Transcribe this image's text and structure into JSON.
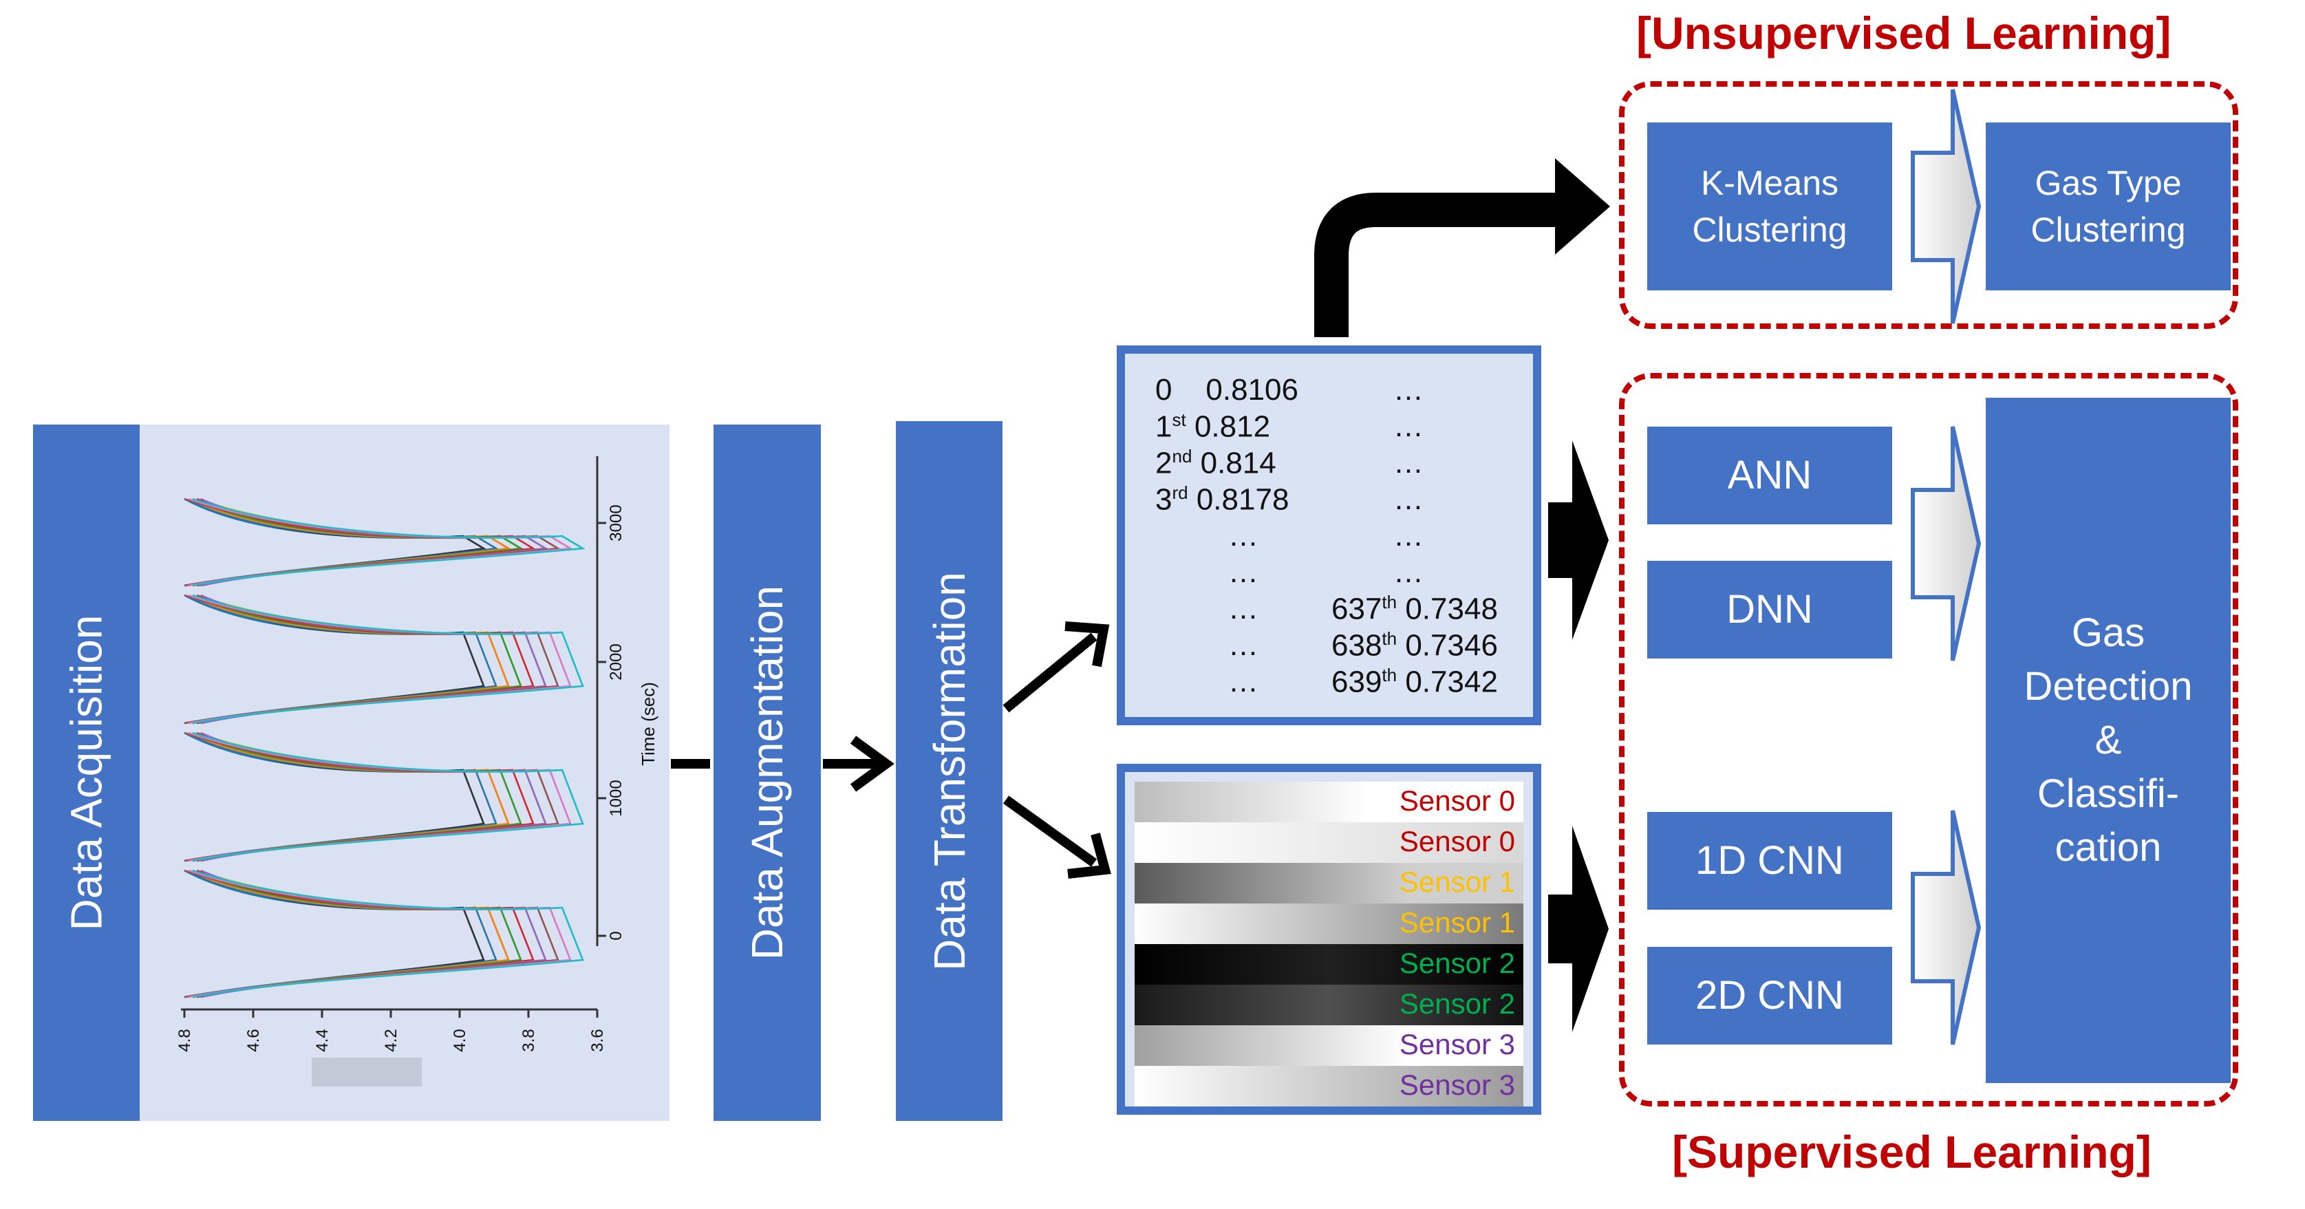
{
  "stages": {
    "acquisition": "Data Acquisition",
    "augmentation": "Data Augmentation",
    "transformation": "Data Transformation"
  },
  "plot": {
    "right_axis_label": "Time (sec)",
    "right_ticks": [
      "0",
      "1000",
      "2000",
      "3000"
    ],
    "bottom_ticks": [
      "4.8",
      "4.6",
      "4.4",
      "4.2",
      "4.0",
      "3.8",
      "3.6"
    ]
  },
  "vector_table": {
    "rows": [
      {
        "idx": "0",
        "sup": "",
        "val": "0.8106",
        "mid": "",
        "right": "…"
      },
      {
        "idx": "1",
        "sup": "st",
        "val": "0.812",
        "mid": "",
        "right": "…"
      },
      {
        "idx": "2",
        "sup": "nd",
        "val": "0.814",
        "mid": "",
        "right": "…"
      },
      {
        "idx": "3",
        "sup": "rd",
        "val": "0.8178",
        "mid": "",
        "right": "…"
      },
      {
        "idx": "",
        "sup": "",
        "val": "",
        "mid": "…",
        "right": "…"
      },
      {
        "idx": "",
        "sup": "",
        "val": "",
        "mid": "…",
        "right": "…"
      },
      {
        "idx": "",
        "sup": "",
        "val": "",
        "mid": "…",
        "right": "637th 0.7348"
      },
      {
        "idx": "",
        "sup": "",
        "val": "",
        "mid": "…",
        "right": "638th 0.7346"
      },
      {
        "idx": "",
        "sup": "",
        "val": "",
        "mid": "…",
        "right": "639th 0.7342"
      }
    ]
  },
  "sensor_image": {
    "rows": [
      {
        "label": "Sensor 0",
        "color": "#c00000"
      },
      {
        "label": "Sensor 0",
        "color": "#c00000"
      },
      {
        "label": "Sensor 1",
        "color": "#ffc000"
      },
      {
        "label": "Sensor 1",
        "color": "#ffc000"
      },
      {
        "label": "Sensor 2",
        "color": "#00b050"
      },
      {
        "label": "Sensor 2",
        "color": "#00b050"
      },
      {
        "label": "Sensor 3",
        "color": "#7030a0"
      },
      {
        "label": "Sensor 3",
        "color": "#7030a0"
      }
    ]
  },
  "unsupervised": {
    "heading": "[Unsupervised Learning]",
    "kmeans": "K-Means\nClustering",
    "gas_type": "Gas Type\nClustering"
  },
  "supervised": {
    "heading": "[Supervised Learning]",
    "ann": "ANN",
    "dnn": "DNN",
    "cnn1d": "1D CNN",
    "cnn2d": "2D CNN",
    "result": "Gas\nDetection\n&\nClassifi-\ncation"
  },
  "colors": {
    "box": "#4472c4",
    "dashed": "#c00000",
    "heading": "#c00000",
    "panel_bg": "#dae3f3"
  }
}
